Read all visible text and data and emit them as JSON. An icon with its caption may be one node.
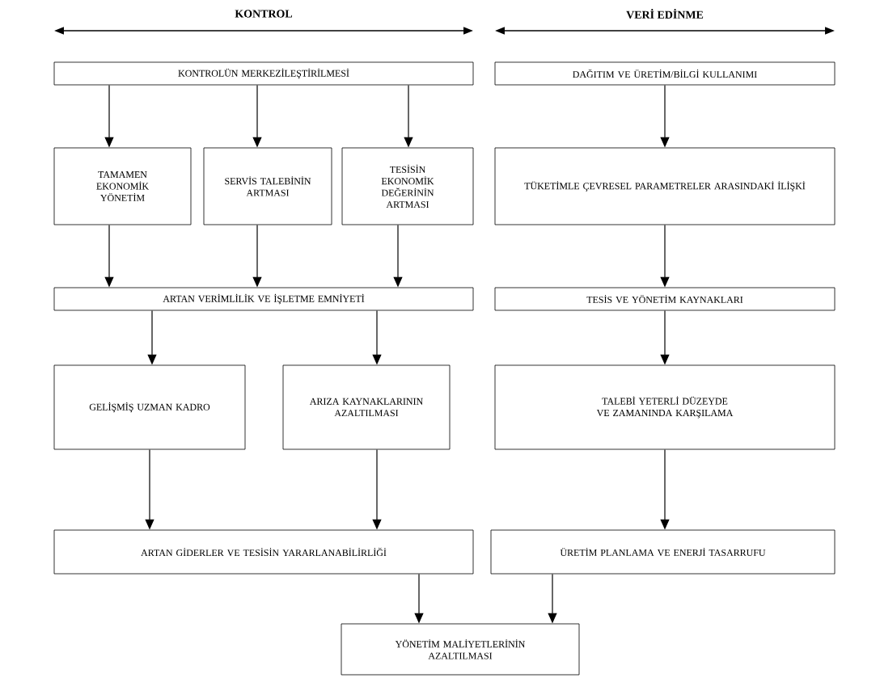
{
  "diagram": {
    "nodes": [
      {
        "text": [
          "KONTROLÜN MERKEZİLEŞTİRİLMESİ"
        ]
      },
      {
        "text": [
          "DAĞITIM VE ÜRETİM/BİLGİ KULLANIMI"
        ]
      },
      {
        "text": [
          "TAMAMEN EKONOMİK YÖNETİM"
        ]
      },
      {
        "text": [
          "SERVİS TALEBİNİN ARTMASI"
        ]
      },
      {
        "text": [
          "TESİSİN EKONOMİK DEĞERİNİN ARTMASI"
        ]
      },
      {
        "text": [
          "TÜKETİMLE ÇEVRESEL PARAMETRELER ARASINDAKİ İLİŞKİ"
        ]
      },
      {
        "text": [
          "ARTAN VERİMLİLİK VE İŞLETME EMNİYETİ"
        ]
      },
      {
        "text": [
          "TESİS VE YÖNETİM KAYNAKLARI"
        ]
      },
      {
        "text": [
          "GELİŞMİŞ UZMAN KADRO"
        ]
      },
      {
        "text": [
          "ARIZA KAYNAKLARININ AZALTILMASI"
        ]
      },
      {
        "text": [
          "TALEBİ YETERLİ DÜZEYDE VE ZAMANINDA KARŞILAMA"
        ]
      },
      {
        "text": [
          "ARTAN GİDERLER VE TESİSİN YARARLANABİLİRLİĞİ"
        ]
      },
      {
        "text": [
          "ÜRETİM PLANLAMA VE ENERJİ TASARRUFU"
        ]
      },
      {
        "text": [
          "YÖNETİM MALİYETLERİNİN AZALTILMASI"
        ]
      }
    ],
    "edges": [
      {
        "from": 0,
        "to": 2,
        "arrow": "to"
      },
      {
        "from": 0,
        "to": 3,
        "arrow": "to"
      },
      {
        "from": 0,
        "to": 4,
        "arrow": "to"
      },
      {
        "from": 1,
        "to": 5,
        "arrow": "to"
      },
      {
        "from": 2,
        "to": 6,
        "arrow": "to"
      },
      {
        "from": 3,
        "to": 6,
        "arrow": "to"
      },
      {
        "from": 4,
        "to": 6,
        "arrow": "to"
      },
      {
        "from": 5,
        "to": 7,
        "arrow": "to"
      },
      {
        "from": 6,
        "to": 8,
        "arrow": "to"
      },
      {
        "from": 6,
        "to": 9,
        "arrow": "to"
      },
      {
        "from": 7,
        "to": 10,
        "arrow": "to"
      },
      {
        "from": 8,
        "to": 11,
        "arrow": "to"
      },
      {
        "from": 9,
        "to": 11,
        "arrow": "to"
      },
      {
        "from": 10,
        "to": 12,
        "arrow": "to"
      },
      {
        "from": 11,
        "to": 13,
        "arrow": "to"
      },
      {
        "from": 12,
        "to": 13,
        "arrow": "to"
      }
    ],
    "labels": [
      "KONTROL",
      "VERİ EDİNME"
    ]
  }
}
